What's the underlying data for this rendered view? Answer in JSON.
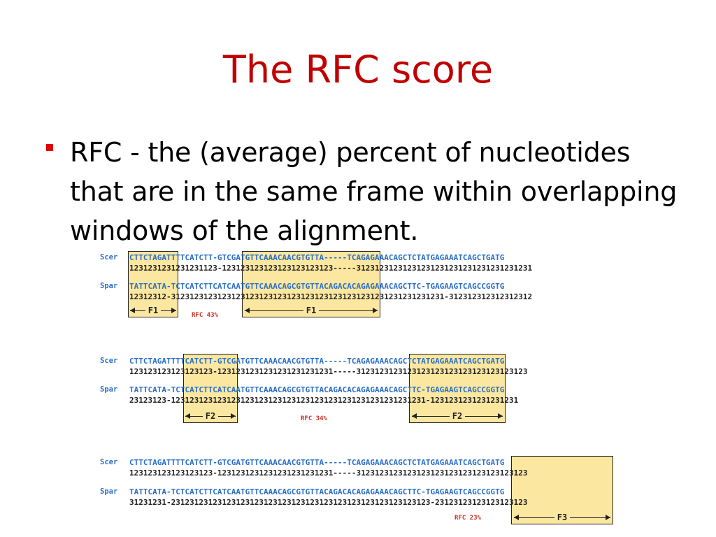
{
  "slide": {
    "title": "The RFC score",
    "bullet": "RFC - the (average) percent of nucleotides that are in the same frame within overlapping windows of the alignment."
  },
  "figure": {
    "species_top": "Scer",
    "species_bottom": "Spar",
    "panels": [
      {
        "scer_seq": "CTTCTAGATTTTCATCTT-GTCGATGTTCAAACAACGTGTTA-----TCAGAGAAACAGCTCTATGAGAAATCAGCTGATG",
        "scer_frames": "1231231231231231123-123123123123123123123123-----31231231231231231231231231231231231231",
        "spar_seq": "TATTCATA-TCTCATCTTCATCAATGTTCAAACAGCGTGTTACAGACACAGAGAAACAGCTTC-TGAGAAGTCAGCCGGTG",
        "spar_frames": "12312312-31231231231231231231231231231231231231231231231231231231231-312312312312312312",
        "frame_labels": [
          "F1",
          "F1"
        ],
        "rfc": "RFC 43%"
      },
      {
        "scer_seq": "CTTCTAGATTTTCATCTT-GTCGATGTTCAAACAACGTGTTA-----TCAGAGAAACAGCTCTATGAGAAATCAGCTGATG",
        "scer_frames": "123123123123123123-1231231231231231231231231-----3123123123123123123123123123123123123",
        "spar_seq": "TATTCATA-TCTCATCTTCATCAATGTTCAAACAGCGTGTTACAGACACAGAGAAACAGCTTC-TGAGAAGTCAGCCGGTG",
        "spar_frames": "23123123-1231231231231231231231231231231231231231231231231231231-1231231231231231231",
        "frame_labels": [
          "F2",
          "F2"
        ],
        "rfc": "RFC 34%"
      },
      {
        "scer_seq": "CTTCTAGATTTTCATCTT-GTCGATGTTCAAACAACGTGTTA-----TCAGAGAAACAGCTCTATGAGAAATCAGCTGATG",
        "scer_frames": "123123123123123123-1231231231231231231231231-----3123123123123123123123123123123123123",
        "spar_seq": "TATTCATA-TCTCATCTTCATCAATGTTCAAACAGCGTGTTACAGACACAGAGAAACAGCTTC-TGAGAAGTCAGCCGGTG",
        "spar_frames": "31231231-23123123123123123123123123123123123123123123123123123123-23123123123123123123",
        "frame_labels": [
          "F3"
        ],
        "rfc": "RFC 23%"
      }
    ]
  }
}
